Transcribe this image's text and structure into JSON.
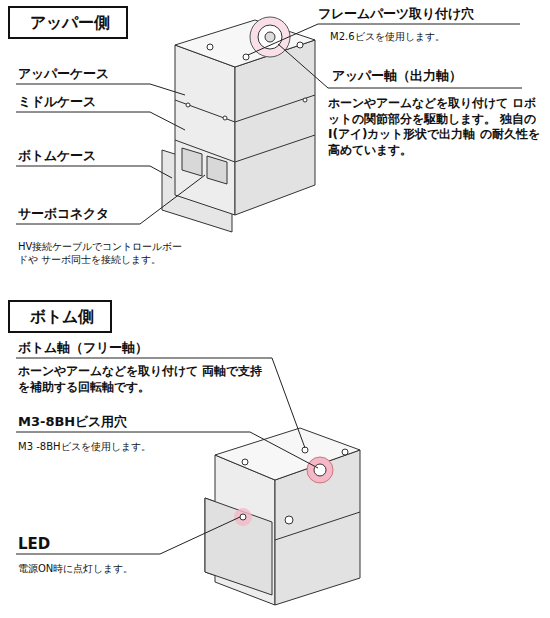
{
  "diagram": {
    "nodes": [
      {
        "text": [
          "アッパー側"
        ]
      },
      {
        "text": [
          "ボトム側"
        ]
      }
    ],
    "labels": [
      "フレームパーツ取り付け穴",
      "M2.6ビスを使用します。",
      "アッパーケース",
      "ミドルケース",
      "ボトムケース",
      "アッパー軸（出力軸）",
      "ホーンやアームなどを取り付けて ロボットの関節部分を駆動します。 独自のI(アイ)カット形状で出力軸 の耐久性を高めています。",
      "サーボコネクタ",
      "HV接続ケーブルでコントロールボードや サーボ同士を接続します。",
      "ボトム軸（フリー軸）",
      "ホーンやアームなどを取り付けて 両軸で支持を補助する回転軸です。",
      "M3-8BHビス用穴",
      "M3 -8BHビスを使用します。",
      "LED",
      "電源ON時に点灯します。"
    ]
  }
}
